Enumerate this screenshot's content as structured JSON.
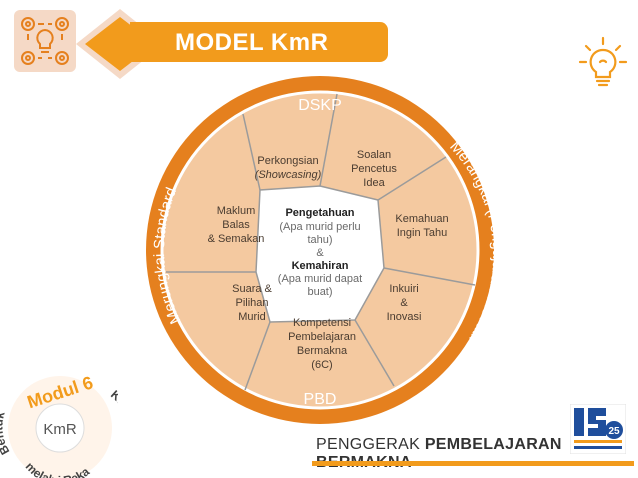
{
  "title": "MODEL KmR",
  "diagram": {
    "outer_top": "DSKP",
    "outer_bottom": "PBD",
    "outer_left": "Merungkai Standard",
    "outer_right": "Merangkai (Pengajaran Inovatif)",
    "center": {
      "line1": "Pengetahuan",
      "line2": "(Apa murid perlu",
      "line3": "tahu)",
      "line4": "&",
      "line5": "Kemahiran",
      "line6": "(Apa murid dapat",
      "line7": "buat)"
    },
    "segments": {
      "perkongsian": {
        "line1": "Perkongsian",
        "line2": "(Showcasing)"
      },
      "soalan": {
        "line1": "Soalan",
        "line2": "Pencetus",
        "line3": "Idea"
      },
      "kemahuan": {
        "line1": "Kemahuan",
        "line2": "Ingin Tahu"
      },
      "inkuiri": {
        "line1": "Inkuiri",
        "line2": "&",
        "line3": "Inovasi"
      },
      "kompetensi": {
        "line1": "Kompetensi",
        "line2": "Pembelajaran",
        "line3": "Bermakna",
        "line4": "(6C)"
      },
      "suara": {
        "line1": "Suara &",
        "line2": "Pilihan",
        "line3": "Murid"
      },
      "maklum": {
        "line1": "Maklum",
        "line2": "Balas",
        "line3": "& Semakan"
      }
    }
  },
  "badge": {
    "center": "KmR",
    "modul": "Modul 6",
    "arc_left": "Bentuk",
    "arc_bottom": "melalui Reka",
    "arc_right": "Kefahaman"
  },
  "logo": {
    "number": "25"
  },
  "footer": {
    "part1": "PENGGERAK",
    "part2": "PEMBELAJARAN BERMAKNA"
  },
  "colors": {
    "orange": "#f29b1c",
    "dark_orange": "#e5801e",
    "peach": "#f4c9a0",
    "light_peach": "#f8dcc0",
    "gray_line": "#9b9b9b"
  }
}
